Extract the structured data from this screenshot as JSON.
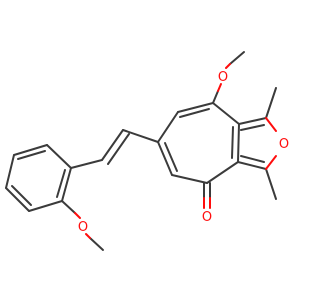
{
  "molecule": {
    "atoms": {
      "O_methoxy_top": "O",
      "O_furan": "O",
      "O_ketone": "O",
      "O_methoxy_phenyl": "O"
    },
    "colors": {
      "bond": "#3b3b3b",
      "oxygen": "#ff0d0d",
      "background": "#ffffff"
    }
  }
}
